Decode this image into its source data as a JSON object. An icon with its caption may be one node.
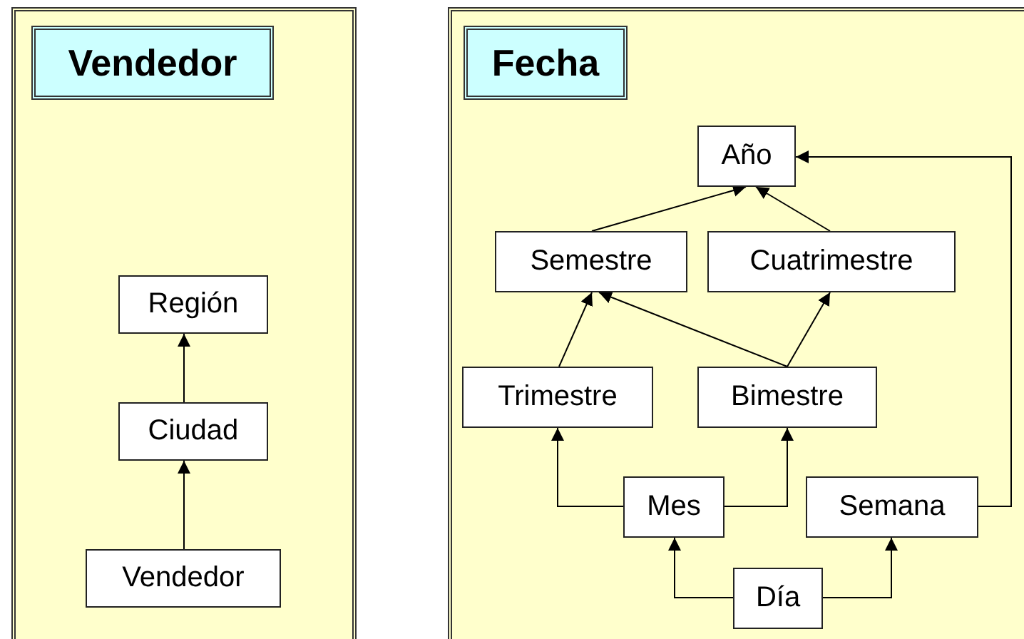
{
  "diagram": {
    "nodes": [
      {
        "text": [
          "Vendedor"
        ]
      },
      {
        "text": [
          "Región"
        ],
        "in": 0
      },
      {
        "text": [
          "Ciudad"
        ],
        "in": 0
      },
      {
        "text": [
          "Vendedor"
        ],
        "in": 0
      },
      {
        "text": [
          "Fecha"
        ]
      },
      {
        "text": [
          "Año"
        ],
        "in": 4
      },
      {
        "text": [
          "Semestre"
        ],
        "in": 4
      },
      {
        "text": [
          "Cuatrimestre"
        ],
        "in": 4
      },
      {
        "text": [
          "Trimestre"
        ],
        "in": 4
      },
      {
        "text": [
          "Bimestre"
        ],
        "in": 4
      },
      {
        "text": [
          "Mes"
        ],
        "in": 4
      },
      {
        "text": [
          "Semana"
        ],
        "in": 4
      },
      {
        "text": [
          "Día"
        ],
        "in": 4
      }
    ],
    "edges": [
      {
        "from": 2,
        "to": 1,
        "arrow": "to"
      },
      {
        "from": 3,
        "to": 2,
        "arrow": "to"
      },
      {
        "from": 6,
        "to": 5,
        "arrow": "to"
      },
      {
        "from": 7,
        "to": 5,
        "arrow": "to"
      },
      {
        "from": 8,
        "to": 6,
        "arrow": "to"
      },
      {
        "from": 9,
        "to": 6,
        "arrow": "to"
      },
      {
        "from": 9,
        "to": 7,
        "arrow": "to"
      },
      {
        "from": 10,
        "to": 8,
        "arrow": "to"
      },
      {
        "from": 10,
        "to": 9,
        "arrow": "to"
      },
      {
        "from": 11,
        "to": 5,
        "arrow": "to"
      },
      {
        "from": 12,
        "to": 10,
        "arrow": "to"
      },
      {
        "from": 12,
        "to": 11,
        "arrow": "to"
      }
    ]
  }
}
